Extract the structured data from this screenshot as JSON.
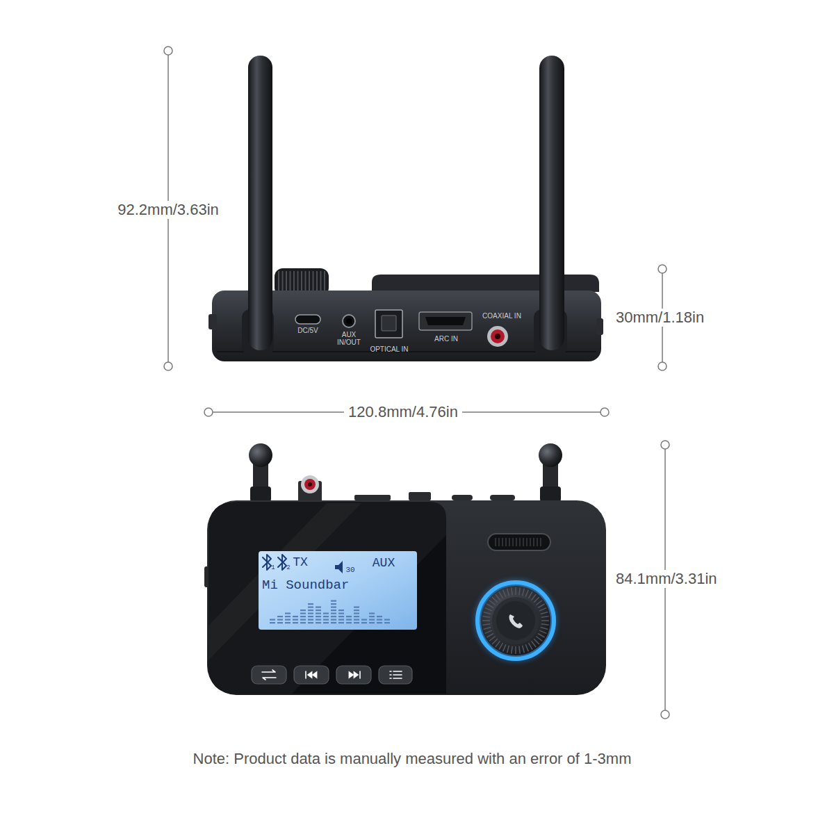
{
  "diagram": {
    "labels": [
      "92.2mm/3.63in",
      "30mm/1.18in",
      "120.8mm/4.76in",
      "84.1mm/3.31in",
      "DC/5V",
      "AUX IN/OUT",
      "OPTICAL IN",
      "ARC IN",
      "COAXIAL IN",
      "1",
      "2",
      "TX",
      "30",
      "AUX",
      "Mi Soundbar",
      "Note: Product data is manually measured with an error of 1-3mm"
    ]
  }
}
